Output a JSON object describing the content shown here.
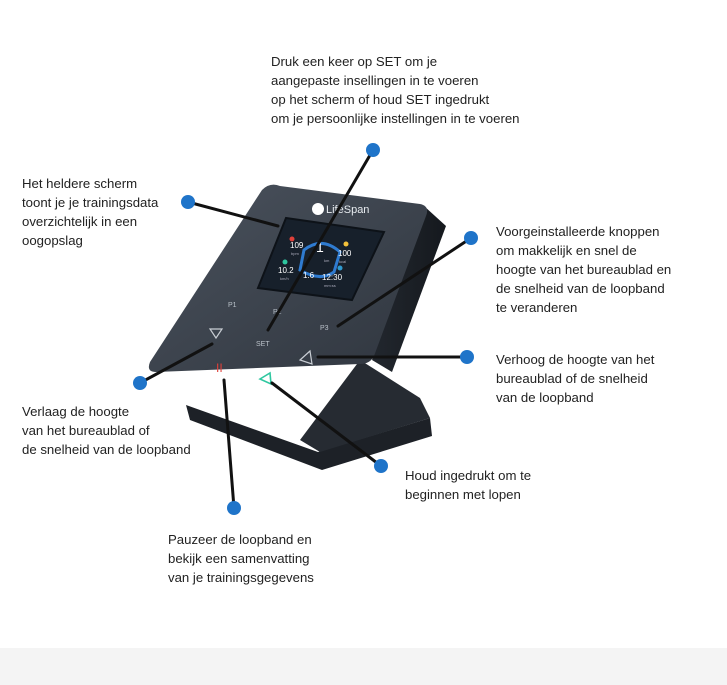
{
  "device": {
    "logo": "LifeSpan",
    "screen": {
      "metrics": [
        {
          "value": "109",
          "unit": "bpm"
        },
        {
          "value": "1",
          "unit": "km"
        },
        {
          "value": "100",
          "unit": "kcal"
        },
        {
          "value": "10.2",
          "unit": "km/h"
        },
        {
          "value": "1.6",
          "unit": ""
        },
        {
          "value": "12:30",
          "unit": "mm:ss"
        }
      ]
    },
    "keys": {
      "p1": "P1",
      "p2": "P2",
      "p3": "P3",
      "set": "SET",
      "pause": "II"
    }
  },
  "callouts": {
    "set": [
      "Druk een keer op SET om je",
      "aangepaste insellingen in te voeren",
      "op het scherm of houd SET ingedrukt",
      "om je persoonlijke instellingen in te voeren"
    ],
    "screen": [
      "Het heldere scherm",
      "toont je je trainingsdata",
      "overzichtelijk in een",
      "oogopslag"
    ],
    "preset": [
      "Voorgeinstalleerde knoppen",
      "om makkelijk en snel de",
      "hoogte van het bureaublad en",
      "de snelheid van de loopband",
      "te veranderen"
    ],
    "up": [
      "Verhoog de hoogte van het",
      "bureaublad of de snelheid",
      "van de loopband"
    ],
    "down": [
      "Verlaag de hoogte",
      "van het bureaublad of",
      "de snelheid van de loopband"
    ],
    "start": [
      "Houd ingedrukt om te",
      "beginnen met lopen"
    ],
    "pause": [
      "Pauzeer de loopband en",
      "bekijk een samenvatting",
      "van je trainingsgegevens"
    ]
  },
  "colors": {
    "dot": "#1f74c9",
    "device_body": "#3b434e",
    "screen_bg": "#17202b",
    "start_key": "#2fc7a0",
    "pause_key": "#e0403a"
  }
}
